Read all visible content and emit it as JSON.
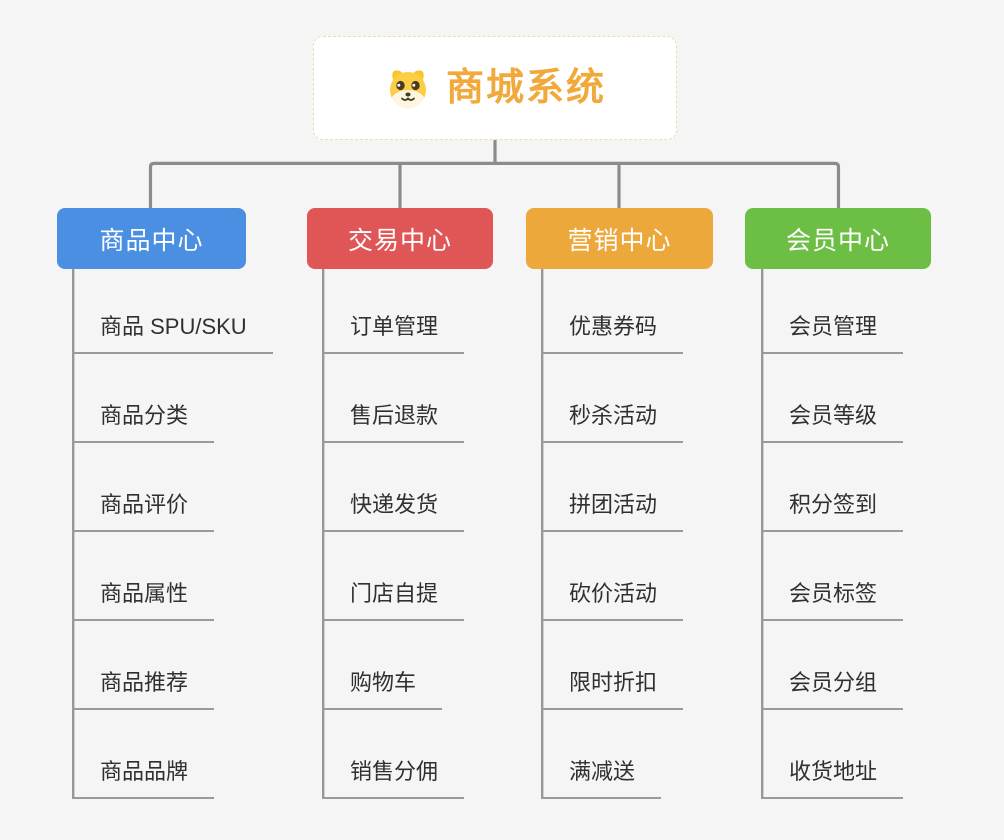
{
  "root": {
    "title": "商城系统",
    "icon": "dog-mascot-icon"
  },
  "colors": {
    "bg": "#f5f5f5",
    "connector": "#8c8c8c",
    "spine": "#979797",
    "underline": "#9a9a9a",
    "leaf-text": "#303030",
    "root-text": "#f2a93b",
    "root-border": "#f3d9a4"
  },
  "branches": [
    {
      "label": "商品中心",
      "color": "#4a8fe2",
      "children": [
        "商品 SPU/SKU",
        "商品分类",
        "商品评价",
        "商品属性",
        "商品推荐",
        "商品品牌"
      ]
    },
    {
      "label": "交易中心",
      "color": "#e05556",
      "children": [
        "订单管理",
        "售后退款",
        "快递发货",
        "门店自提",
        "购物车",
        "销售分佣"
      ]
    },
    {
      "label": "营销中心",
      "color": "#eca83b",
      "children": [
        "优惠券码",
        "秒杀活动",
        "拼团活动",
        "砍价活动",
        "限时折扣",
        "满减送"
      ]
    },
    {
      "label": "会员中心",
      "color": "#6cbe44",
      "children": [
        "会员管理",
        "会员等级",
        "积分签到",
        "会员标签",
        "会员分组",
        "收货地址"
      ]
    }
  ]
}
